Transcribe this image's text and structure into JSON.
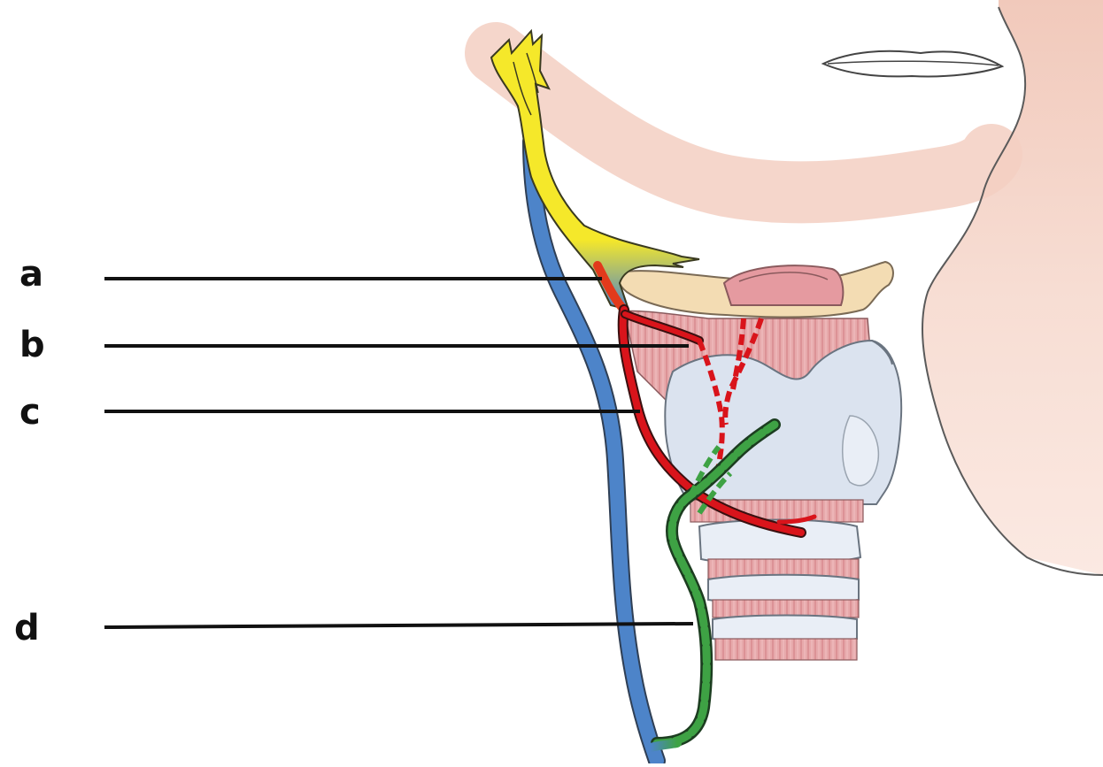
{
  "labels": {
    "a": "a",
    "b": "b",
    "c": "c",
    "d": "d"
  },
  "colors": {
    "nerve_yellow": "#f5e82a",
    "vessel_blue": "#4d84c9",
    "nerve_red": "#d9141b",
    "nerve_green": "#3ea244",
    "skin": "#f4d2c6",
    "cartilage": "#f3dcb3",
    "muscle": "#e6a3a6",
    "thyroid_cartilage": "#dbe3ef",
    "trachea_ring": "#e9eef6"
  }
}
